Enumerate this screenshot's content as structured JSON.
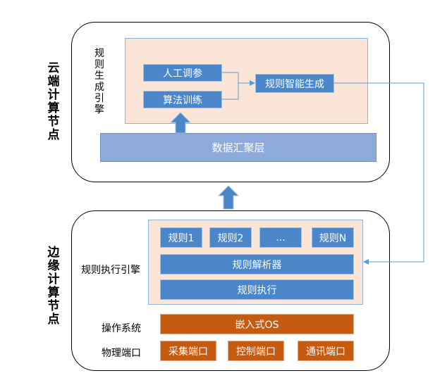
{
  "cloud": {
    "side_label": "云端计算节点",
    "engine_label": "规则生成引擎",
    "manual_tuning": "人工调参",
    "algorithm_training": "算法训练",
    "rule_generation": "规则智能生成",
    "data_aggregation": "数据汇聚层"
  },
  "edge": {
    "side_label": "边缘计算节点",
    "engine_label": "规则执行引擎",
    "rules": [
      "规则1",
      "规则2",
      "...",
      "规则N"
    ],
    "rule_parser": "规则解析器",
    "rule_execution": "规则执行",
    "os_label": "操作系统",
    "os_value": "嵌入式OS",
    "ports_label": "物理端口",
    "ports": [
      "采集端口",
      "控制端口",
      "通讯端口"
    ]
  },
  "colors": {
    "node_blue": "#4a86c8",
    "data_layer_blue": "#8eaadb",
    "engine_fill": "#fbe5d6",
    "orange": "#c55a11",
    "connector": "#5b9bd5"
  }
}
